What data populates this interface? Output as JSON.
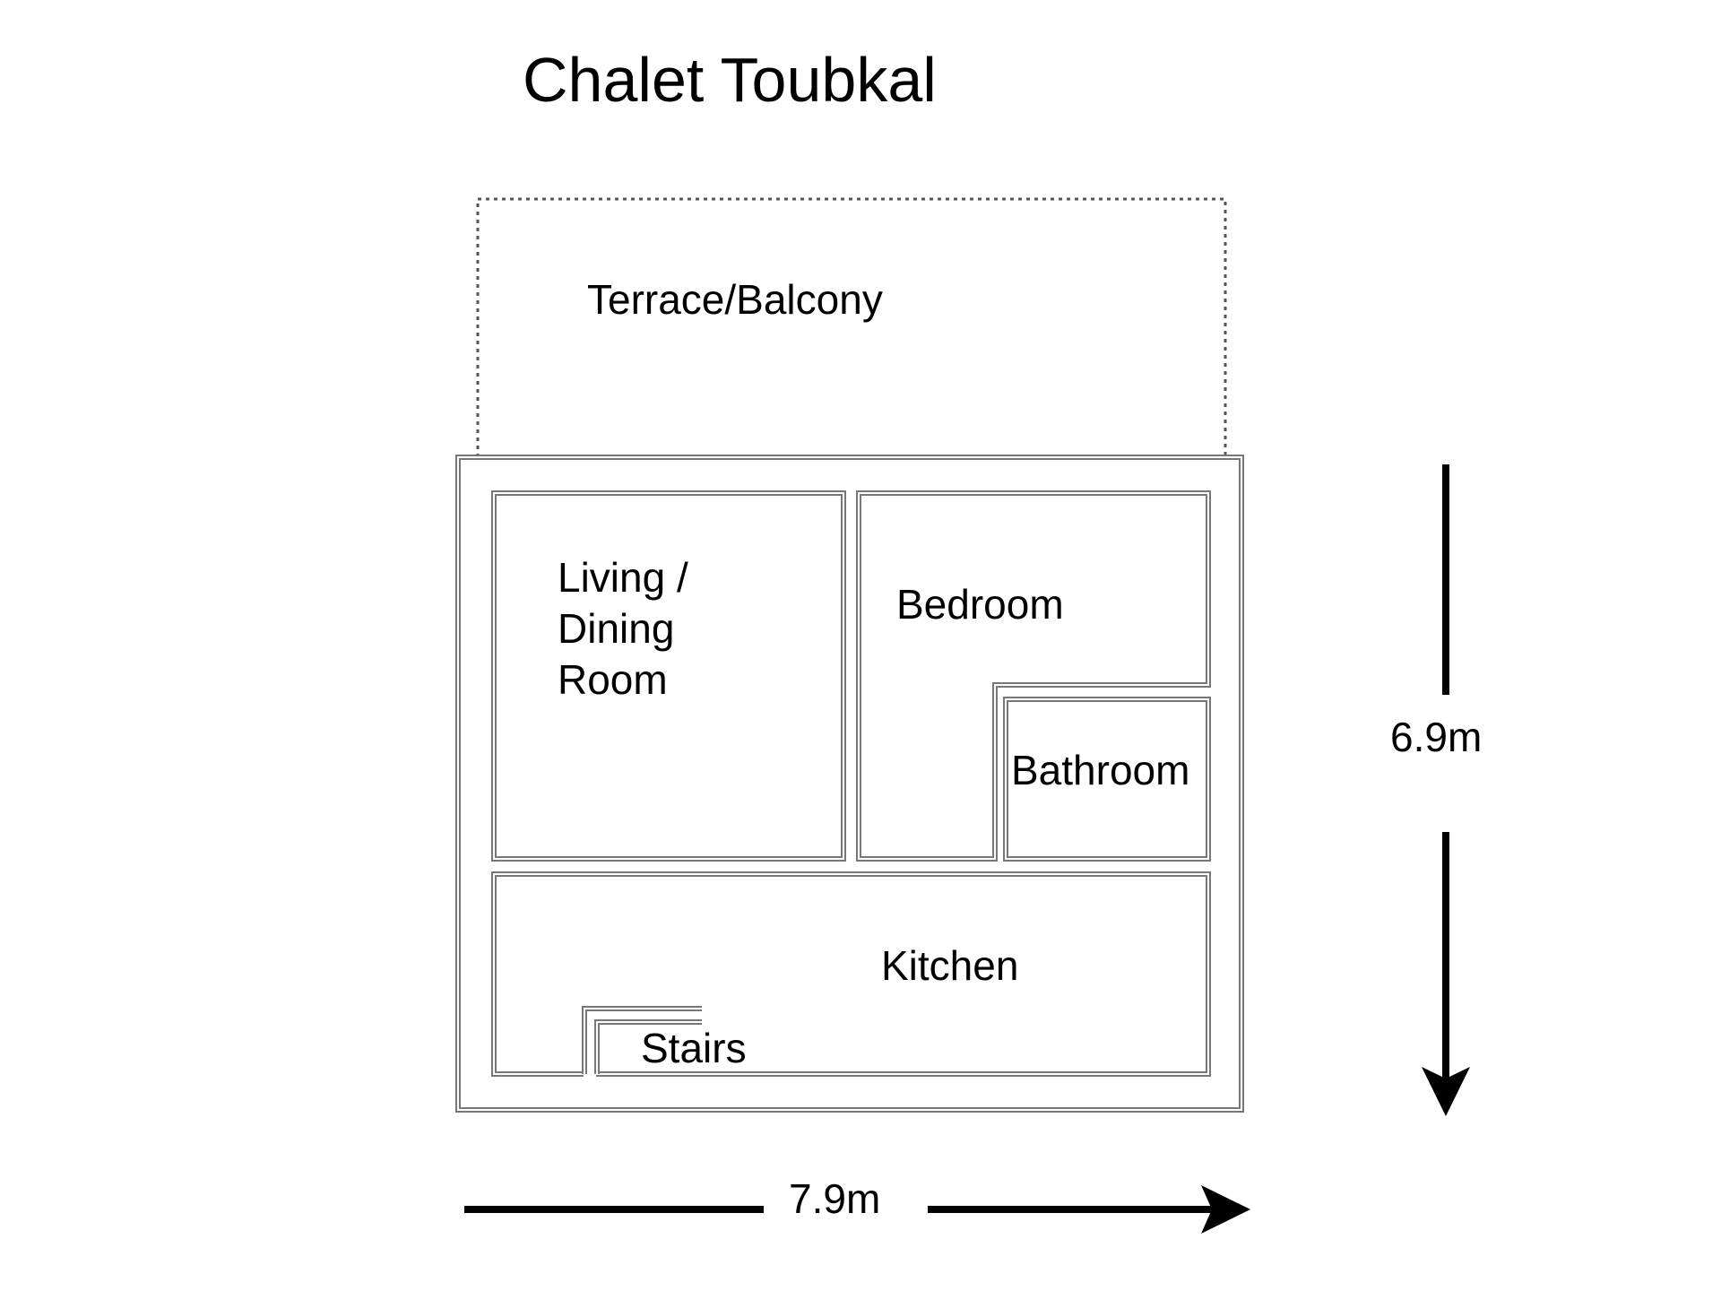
{
  "title": "Chalet Toubkal",
  "rooms": {
    "terrace": "Terrace/Balcony",
    "living": [
      "Living /",
      "Dining",
      "Room"
    ],
    "bedroom": "Bedroom",
    "bathroom": "Bathroom",
    "kitchen": "Kitchen",
    "stairs": "Stairs"
  },
  "dimensions": {
    "width": "7.9m",
    "height": "6.9m"
  },
  "colors": {
    "wall_outer": "#777777",
    "wall_inner": "#ffffff",
    "dotted_outline": "#555555",
    "text": "#000000"
  }
}
